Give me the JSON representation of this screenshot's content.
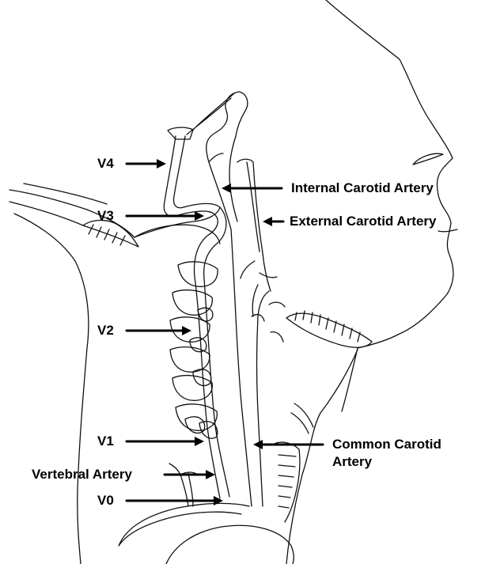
{
  "labels": {
    "v4": "V4",
    "v3": "V3",
    "v2": "V2",
    "v1": "V1",
    "v0": "V0",
    "vertebral_artery": "Vertebral Artery",
    "internal_carotid": "Internal Carotid  Artery",
    "external_carotid": "External Carotid  Artery",
    "common_carotid_line1": "Common Carotid",
    "common_carotid_line2": "Artery"
  }
}
